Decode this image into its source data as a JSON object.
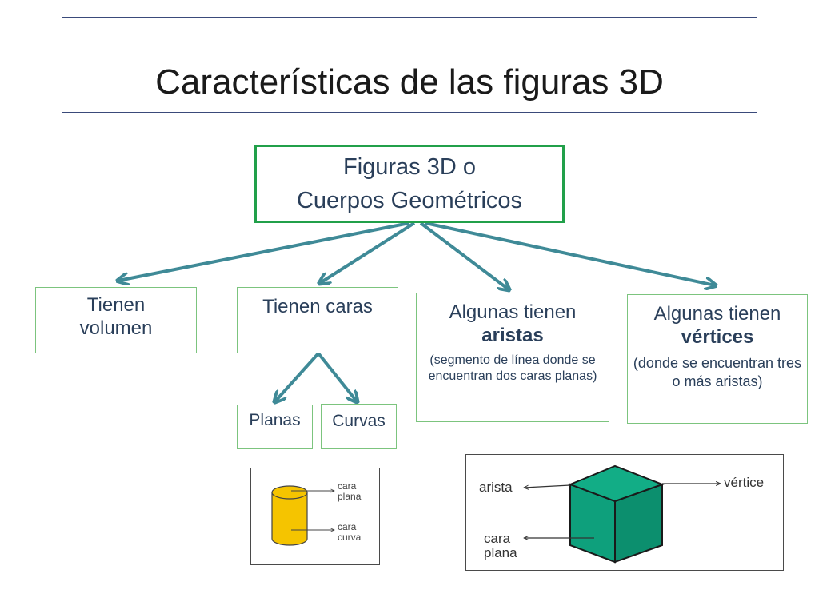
{
  "title": "Características de las figuras 3D",
  "root": {
    "line1": "Figuras 3D o",
    "line2": "Cuerpos Geométricos"
  },
  "branches": {
    "volumen": {
      "line1": "Tienen",
      "line2": "volumen"
    },
    "caras": {
      "label": "Tienen caras",
      "children": {
        "planas": "Planas",
        "curvas": "Curvas"
      }
    },
    "aristas": {
      "line1": "Algunas tienen",
      "line2": "aristas",
      "note": "(segmento de línea donde se encuentran dos caras planas)"
    },
    "vertices": {
      "line1": "Algunas tienen",
      "line2": "vértices",
      "note": "(donde se encuentran tres o más aristas)"
    }
  },
  "cylinder_figure": {
    "label_flat_1": "cara",
    "label_flat_2": "plana",
    "label_curved_1": "cara",
    "label_curved_2": "curva"
  },
  "cube_figure": {
    "label_edge": "arista",
    "label_vertex": "vértice",
    "label_face_1": "cara",
    "label_face_2": "plana"
  },
  "colors": {
    "arrow": "#3f8a97",
    "root_border": "#21a04a",
    "box_border": "#7cc47e",
    "cylinder_fill": "#f5c400",
    "cube_fill": "#0ea07c",
    "text": "#2a3f5a"
  }
}
